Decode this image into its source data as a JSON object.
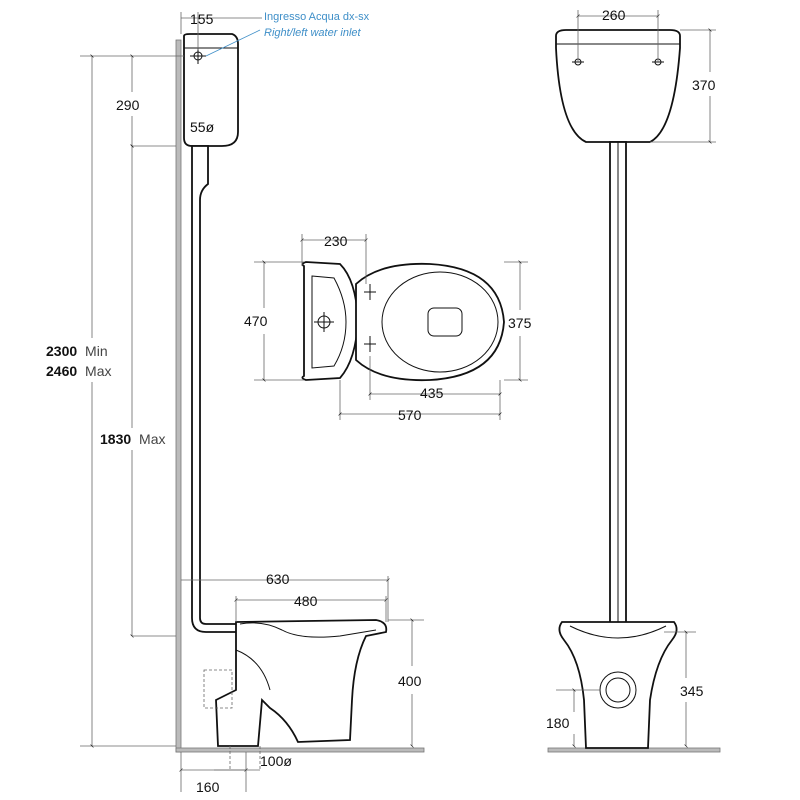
{
  "water_inlet_note": {
    "italian": "Ingresso Acqua dx-sx",
    "english": "Right/left water inlet"
  },
  "dimensions": {
    "cistern_offset": "155",
    "cistern_height_side": "290",
    "pipe_diameter": "55ø",
    "total_height_min_value": "2300",
    "total_height_min_unit": "Min",
    "total_height_max_value": "2460",
    "total_height_max_unit": "Max",
    "cistern_bottom_value": "1830",
    "cistern_bottom_unit": "Max",
    "depth_total": "630",
    "bowl_depth": "480",
    "bowl_height": "400",
    "outlet_offset": "160",
    "outlet_diameter": "100ø",
    "cistern_width": "260",
    "cistern_height_front": "370",
    "seat_width": "230",
    "top_width": "470",
    "seat_inner_width": "375",
    "seat_length": "435",
    "top_length": "570",
    "outlet_height": "345",
    "outlet_axis": "180"
  },
  "colors": {
    "line": "#111111",
    "note": "#3f8fc8",
    "floor": "#bbbbbb"
  }
}
